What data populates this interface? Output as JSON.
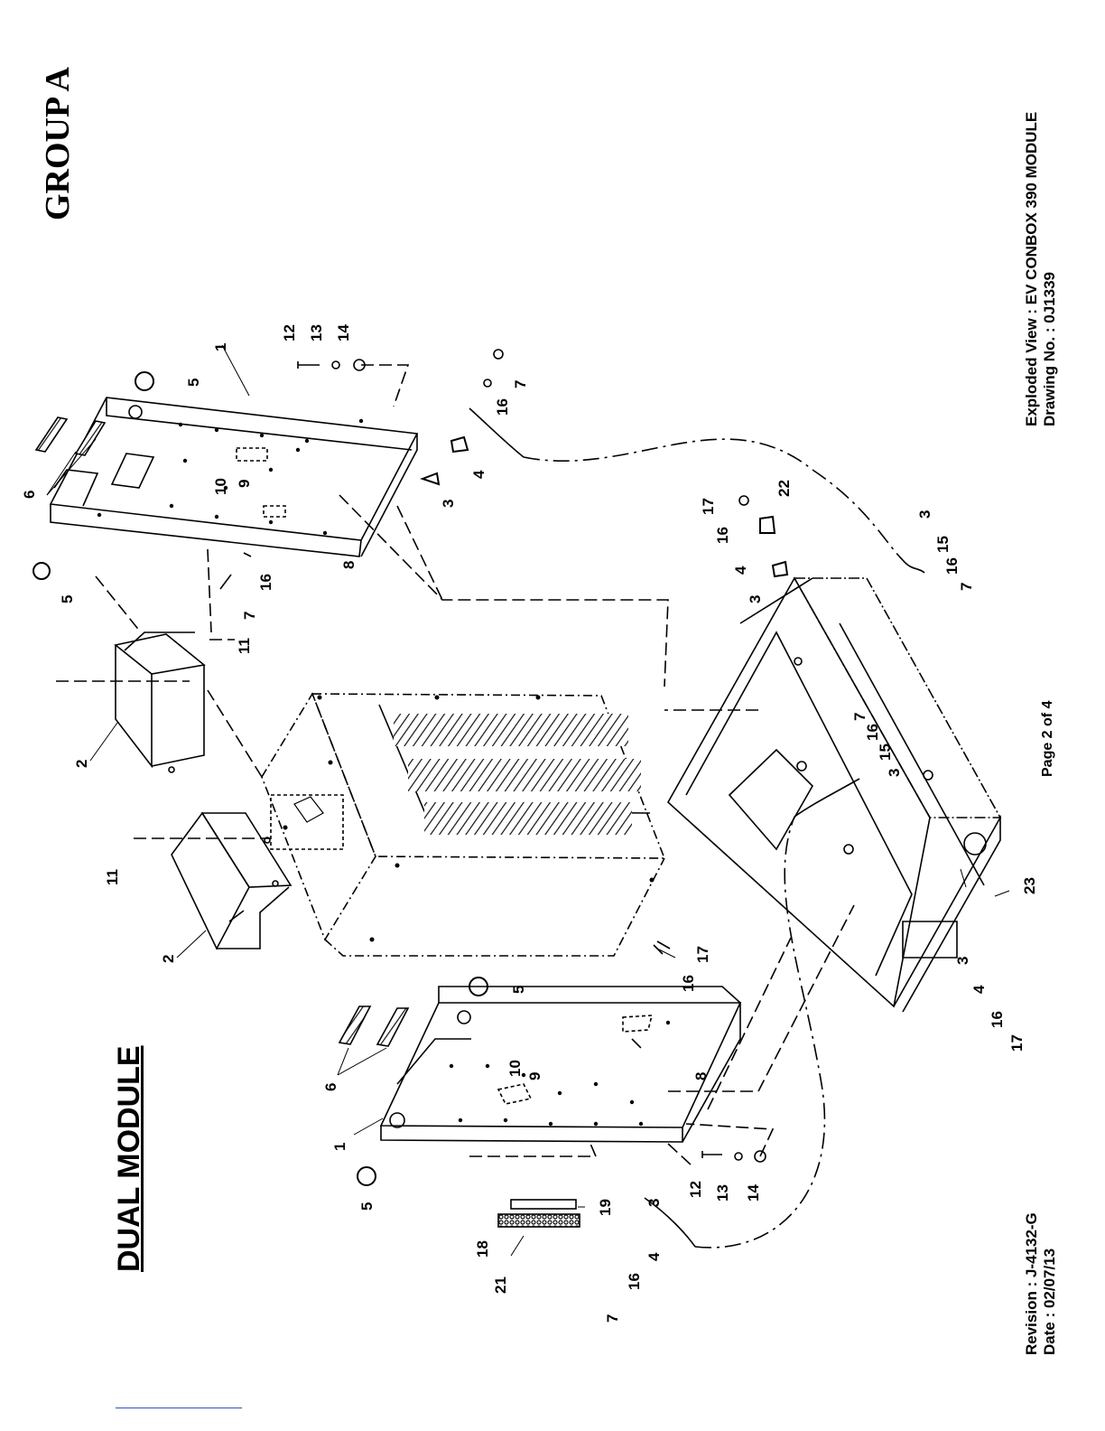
{
  "group_title": "GROUP A",
  "module_title": "DUAL MODULE",
  "revision_line": "Revision : J-4132-G",
  "date_line": "Date : 02/07/13",
  "view_line": "Exploded View : EV CONBOX 390 MODULE",
  "drawing_line": "Drawing No. :  0J1339",
  "page_label": "Page 2 of 4",
  "callouts": [
    {
      "id": "c1",
      "text": "1"
    },
    {
      "id": "c2",
      "text": "2"
    },
    {
      "id": "c3",
      "text": "2"
    },
    {
      "id": "c4",
      "text": "3"
    },
    {
      "id": "c5",
      "text": "4"
    },
    {
      "id": "c6",
      "text": "5"
    },
    {
      "id": "c7",
      "text": "5"
    },
    {
      "id": "c8",
      "text": "6"
    },
    {
      "id": "c9",
      "text": "7"
    },
    {
      "id": "c10",
      "text": "7"
    },
    {
      "id": "c11",
      "text": "8"
    },
    {
      "id": "c12",
      "text": "9"
    },
    {
      "id": "c13",
      "text": "10"
    },
    {
      "id": "c14",
      "text": "11"
    },
    {
      "id": "c15",
      "text": "11"
    },
    {
      "id": "c16",
      "text": "12"
    },
    {
      "id": "c17",
      "text": "13"
    },
    {
      "id": "c18",
      "text": "14"
    },
    {
      "id": "c19",
      "text": "16"
    },
    {
      "id": "c20",
      "text": "16"
    },
    {
      "id": "c21",
      "text": "17"
    },
    {
      "id": "c22",
      "text": "22"
    },
    {
      "id": "c23",
      "text": "16"
    },
    {
      "id": "c24",
      "text": "4"
    },
    {
      "id": "c25",
      "text": "3"
    },
    {
      "id": "c26",
      "text": "3"
    },
    {
      "id": "c27",
      "text": "15"
    },
    {
      "id": "c28",
      "text": "16"
    },
    {
      "id": "c29",
      "text": "7"
    },
    {
      "id": "c30",
      "text": "7"
    },
    {
      "id": "c31",
      "text": "16"
    },
    {
      "id": "c32",
      "text": "15"
    },
    {
      "id": "c33",
      "text": "3"
    },
    {
      "id": "c34",
      "text": "23"
    },
    {
      "id": "c35",
      "text": "3"
    },
    {
      "id": "c36",
      "text": "4"
    },
    {
      "id": "c37",
      "text": "16"
    },
    {
      "id": "c38",
      "text": "17"
    },
    {
      "id": "c39",
      "text": "17"
    },
    {
      "id": "c40",
      "text": "16"
    },
    {
      "id": "c41",
      "text": "5"
    },
    {
      "id": "c42",
      "text": "6"
    },
    {
      "id": "c43",
      "text": "10"
    },
    {
      "id": "c44",
      "text": "9"
    },
    {
      "id": "c45",
      "text": "8"
    },
    {
      "id": "c46",
      "text": "1"
    },
    {
      "id": "c47",
      "text": "5"
    },
    {
      "id": "c48",
      "text": "12"
    },
    {
      "id": "c49",
      "text": "13"
    },
    {
      "id": "c50",
      "text": "14"
    },
    {
      "id": "c51",
      "text": "3"
    },
    {
      "id": "c52",
      "text": "19"
    },
    {
      "id": "c53",
      "text": "18"
    },
    {
      "id": "c54",
      "text": "4"
    },
    {
      "id": "c55",
      "text": "21"
    },
    {
      "id": "c56",
      "text": "16"
    },
    {
      "id": "c57",
      "text": "7"
    }
  ]
}
